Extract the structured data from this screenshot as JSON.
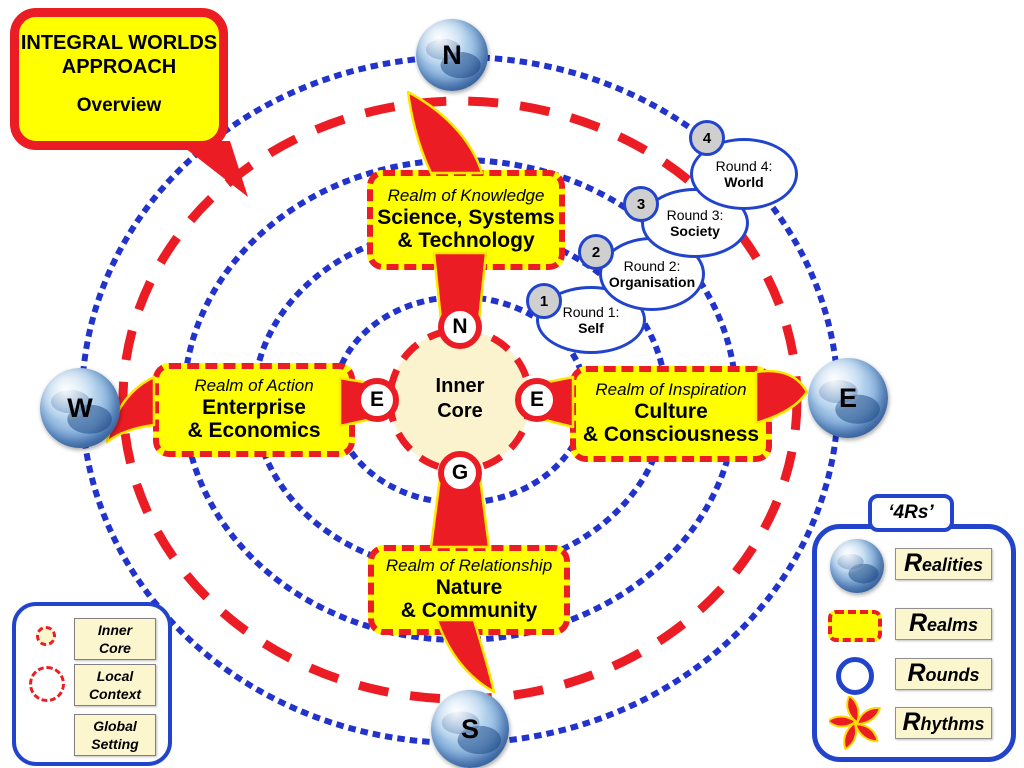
{
  "bubble": {
    "title": "INTEGRAL WORLDS\nAPPROACH",
    "subtitle": "Overview"
  },
  "core": {
    "label": "Inner\nCore",
    "node_top": "N",
    "node_left": "E",
    "node_right": "E",
    "node_bottom": "G"
  },
  "globes": {
    "north": "N",
    "west": "W",
    "east": "E",
    "south": "S"
  },
  "realms": {
    "north": {
      "title": "Realm of Knowledge",
      "line1": "Science, Systems",
      "line2": "& Technology"
    },
    "west": {
      "title": "Realm of Action",
      "line1": "Enterprise",
      "line2": "& Economics"
    },
    "east": {
      "title": "Realm of Inspiration",
      "line1": "Culture",
      "line2": "& Consciousness"
    },
    "south": {
      "title": "Realm of Relationship",
      "line1": "Nature",
      "line2": "& Community"
    }
  },
  "rounds": [
    {
      "num": "1",
      "label": "Round 1:",
      "name": "Self"
    },
    {
      "num": "2",
      "label": "Round 2:",
      "name": "Organisation"
    },
    {
      "num": "3",
      "label": "Round 3:",
      "name": "Society"
    },
    {
      "num": "4",
      "label": "Round 4:",
      "name": "World"
    }
  ],
  "context_legend": {
    "inner_core": "Inner\nCore",
    "local_context": "Local\nContext",
    "global_setting": "Global\nSetting"
  },
  "rs_legend": {
    "title": "‘4Rs’",
    "realities": "Realities",
    "realms": "Realms",
    "rounds": "Rounds",
    "rhythms": "Rhythms"
  },
  "colors": {
    "red": "#EC1C24",
    "yellow": "#FFFF00",
    "blue": "#2244CC",
    "dot_blue": "#2233CC",
    "cream": "#FCF6CF",
    "core_fill": "#FBF3CE"
  }
}
